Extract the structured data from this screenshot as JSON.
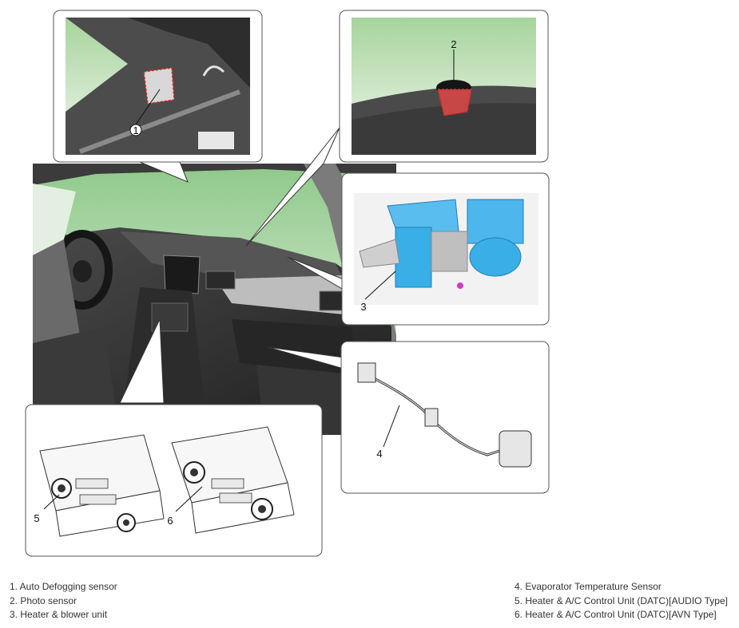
{
  "callouts": {
    "c1": "1",
    "c2": "2",
    "c3": "3",
    "c4": "4",
    "c5": "5",
    "c6": "6"
  },
  "legend": {
    "left": [
      "1. Auto Defogging sensor",
      "2. Photo sensor",
      "3. Heater & blower unit"
    ],
    "right": [
      "4. Evaporator Temperature Sensor",
      "5. Heater & A/C Control Unit (DATC)[AUDIO Type]",
      "6. Heater & A/C Control Unit (DATC)[AVN Type]"
    ]
  },
  "colors": {
    "sky_top": "#8fc98a",
    "sky_bottom": "#e6f1df",
    "dash_dark": "#2f2f2f",
    "hvac_blue": "#3aaee6",
    "highlight_red": "#d9262b",
    "frame": "#555555"
  }
}
